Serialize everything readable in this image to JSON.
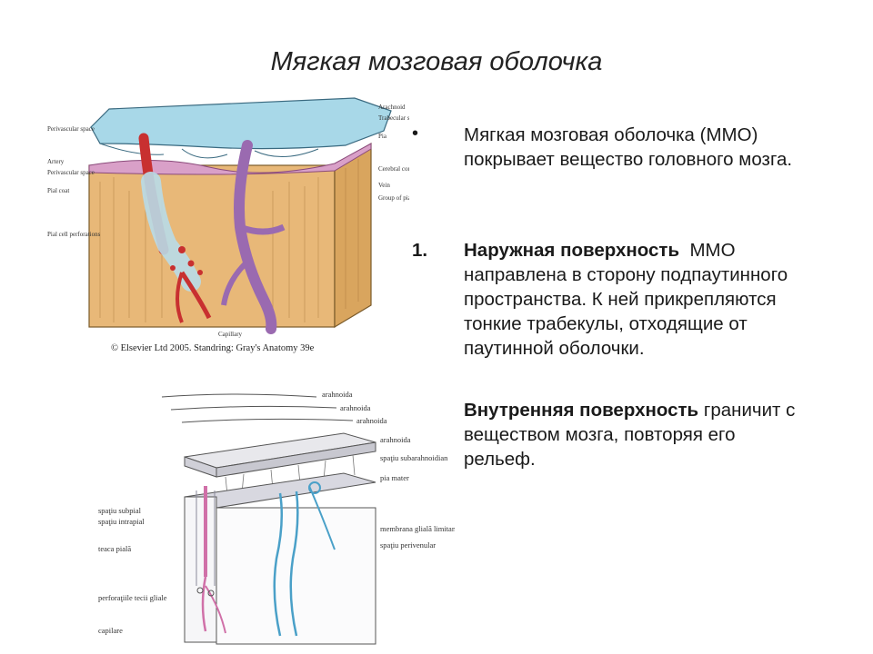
{
  "slide": {
    "title": "Мягкая мозговая оболочка"
  },
  "figure_top": {
    "copyright": "© Elsevier Ltd 2005. Standring: Gray's Anatomy 39e",
    "labels_left": [
      "Perivascular space",
      "Artery",
      "Perivascular space",
      "Pial coat",
      "Pial cell perforations"
    ],
    "labels_right": [
      "Arachnoid",
      "Trabecular sheet",
      "Pia",
      "Cerebral cortex",
      "Vein",
      "Group of pial cells"
    ],
    "label_bottom": "Capillary"
  },
  "figure_bottom": {
    "labels_right": [
      "arahnoida",
      "arahnoida",
      "arahnoida",
      "arahnoida",
      "spaţiu subarahnoidian",
      "pia mater",
      "membrana glială limitantă externă",
      "spaţiu perivenular"
    ],
    "labels_left": [
      "spaţiu subpial",
      "spaţiu intrapial",
      "teaca pială",
      "perforaţiile tecii gliale",
      "capilare"
    ]
  },
  "content": {
    "bullet_symbol": "•",
    "intro": "Мягкая мозговая оболочка (ММО) покрывает вещество головного мозга.",
    "item_number": "1.",
    "outer_bold": "Наружная поверхность",
    "outer_rest": "  ММО направлена в сторону подпаутинного пространства. К ней прикрепляются тонкие трабекулы, отходящие от паутинной оболочки.",
    "inner_bold": "Внутренняя поверхность",
    "inner_rest": " граничит с веществом мозга, повторяя его рельеф."
  }
}
